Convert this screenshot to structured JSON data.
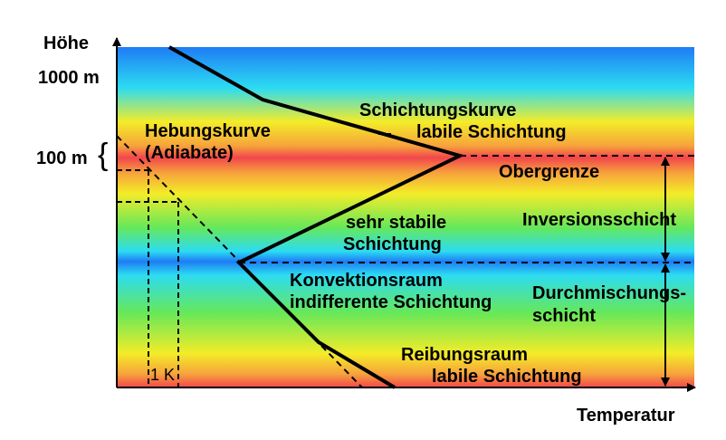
{
  "axes": {
    "y_label": "Höhe",
    "x_label": "Temperatur",
    "tick_1000": "1000 m",
    "tick_100": "100 m",
    "brace": "{",
    "delta_label": "1 K"
  },
  "labels": {
    "schichtungskurve": "Schichtungskurve",
    "labile_oben": "labile Schichtung",
    "hebungskurve": "Hebungskurve",
    "adiabate": "(Adiabate)",
    "obergrenze": "Obergrenze",
    "sehr_stabile": "sehr stabile",
    "schichtung": "Schichtung",
    "inversionsschicht": "Inversionsschicht",
    "konvektionsraum": "Konvektionsraum",
    "indifferente": "indifferente Schichtung",
    "durchmischungs": "Durchmischungs-",
    "schicht": "schicht",
    "reibungsraum": "Reibungsraum",
    "labile_unten": "labile Schichtung"
  },
  "colors": {
    "band_blue": "#1e7cf5",
    "band_cyan": "#2cdcf2",
    "band_green": "#66e85a",
    "band_yellow": "#f4ec28",
    "band_orange": "#f6a33c",
    "band_red": "#f2464c",
    "line": "#000000"
  }
}
